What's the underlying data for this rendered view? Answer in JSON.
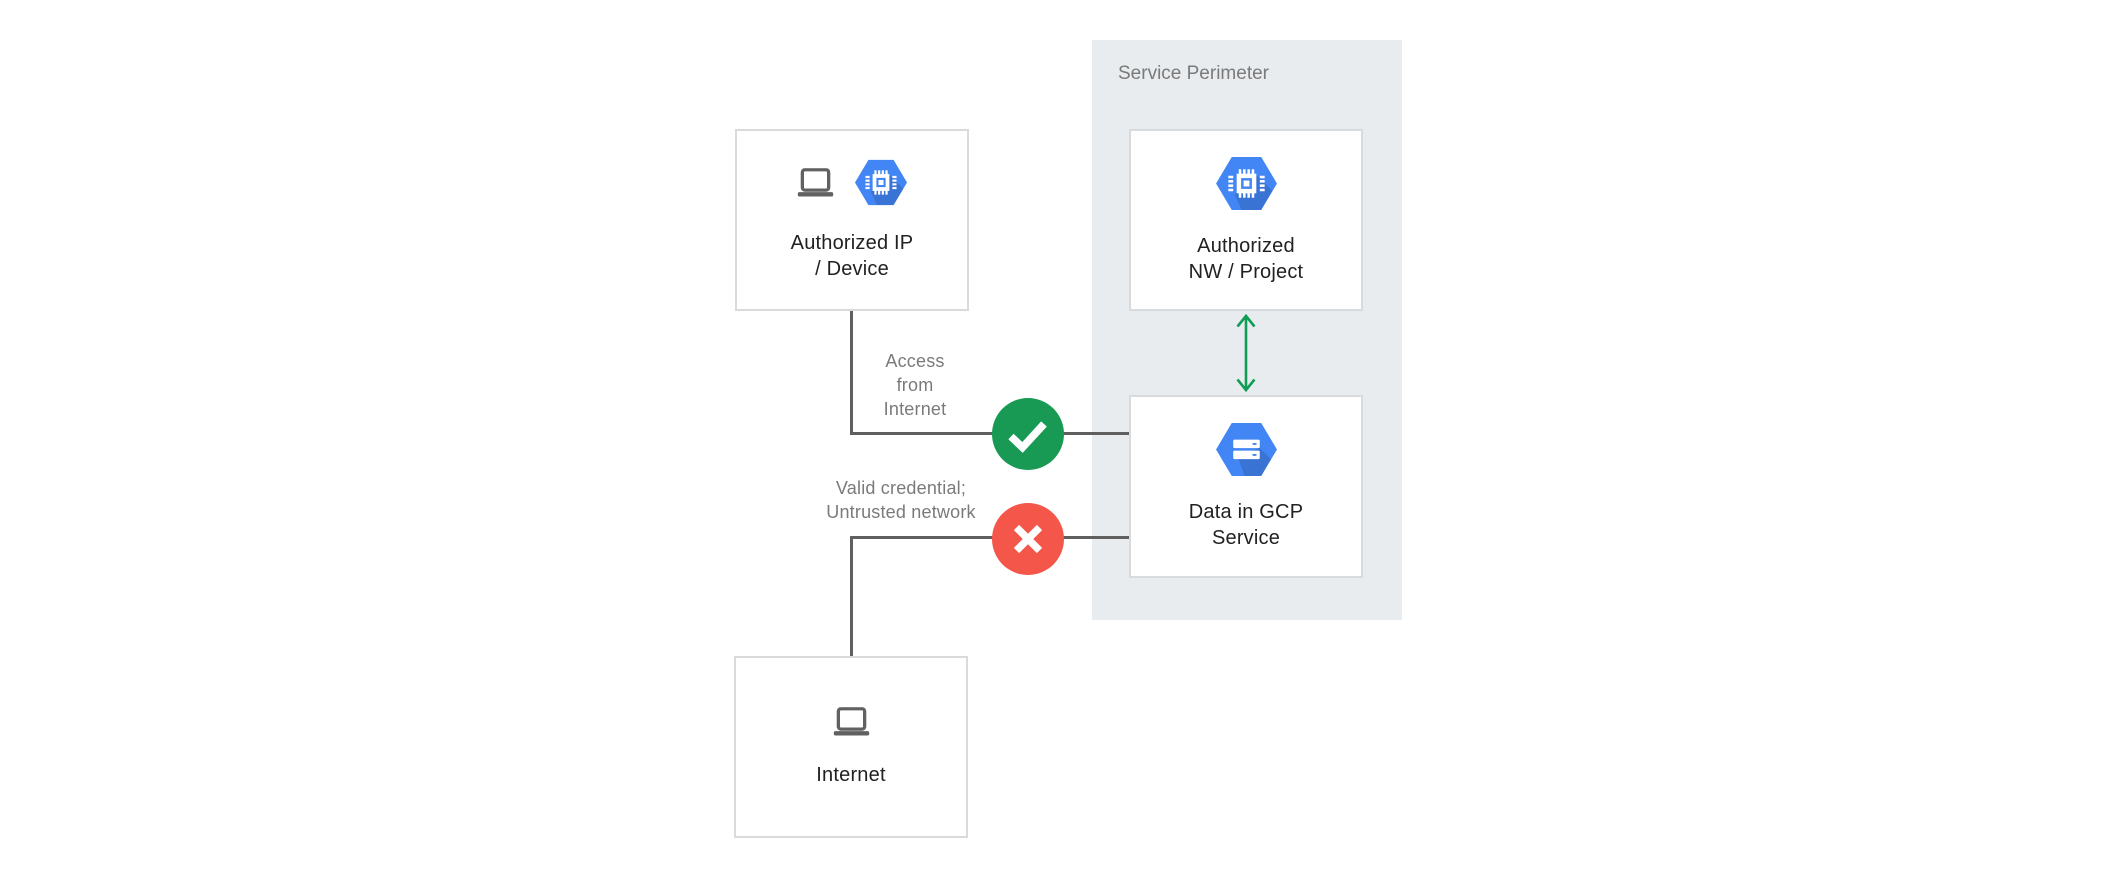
{
  "perimeter": {
    "label": "Service Perimeter"
  },
  "nodes": {
    "auth_ip": {
      "line1": "Authorized IP",
      "line2": "/ Device"
    },
    "auth_nw": {
      "line1": "Authorized",
      "line2": "NW / Project"
    },
    "data_gcp": {
      "line1": "Data in GCP",
      "line2": "Service"
    },
    "internet": {
      "line1": "Internet"
    }
  },
  "annotations": {
    "access": {
      "line1": "Access",
      "line2": "from",
      "line3": "Internet"
    },
    "credential": {
      "line1": "Valid credential;",
      "line2": "Untrusted network"
    }
  },
  "icons": {
    "auth_ip": [
      "laptop-icon",
      "compute-engine-hexagon-icon"
    ],
    "auth_nw": [
      "compute-engine-hexagon-icon"
    ],
    "data_gcp": [
      "storage-hexagon-icon"
    ],
    "internet": [
      "laptop-icon"
    ],
    "allowed_badge": "check-icon",
    "denied_badge": "x-icon",
    "nw_to_data_link": "double-arrow-icon"
  },
  "colors": {
    "hexagon_blue": "#4285f4",
    "success_green": "#189a54",
    "error_red": "#f4564a",
    "arrow_green": "#109d58",
    "line_gray": "#5f5f5f",
    "icon_gray": "#616161",
    "perimeter_bg": "#e8ecee",
    "box_border": "#d8dadc",
    "label_text": "#212121",
    "muted_text": "#7a7a7a"
  }
}
